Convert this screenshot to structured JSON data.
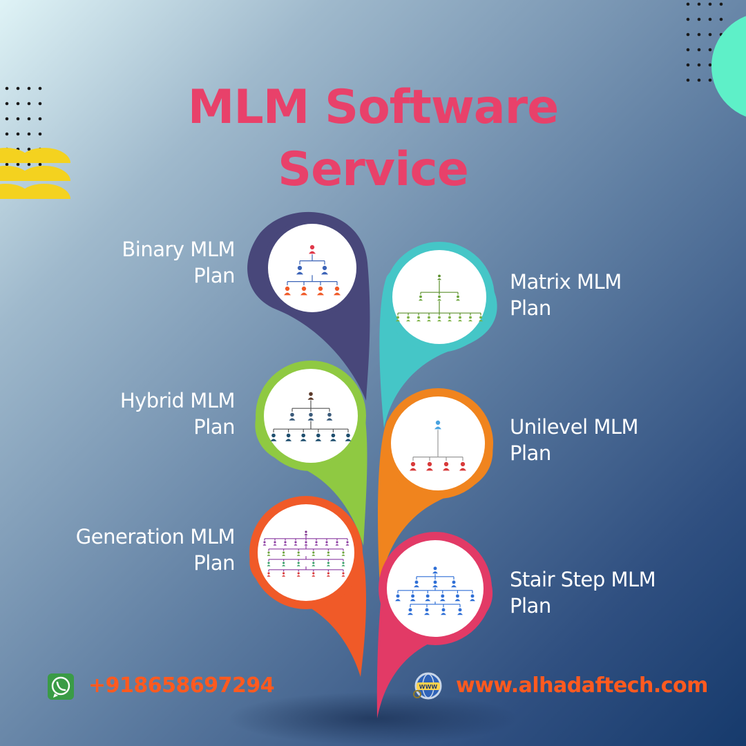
{
  "title": {
    "line1": "MLM Software",
    "line2": "Service"
  },
  "plans": [
    {
      "line1": "Binary MLM",
      "line2": "Plan",
      "icon": "binary-tree-icon",
      "color": "#48477a"
    },
    {
      "line1": "Matrix MLM",
      "line2": "Plan",
      "icon": "matrix-tree-icon",
      "color": "#45c6c7"
    },
    {
      "line1": "Hybrid MLM",
      "line2": "Plan",
      "icon": "hybrid-tree-icon",
      "color": "#8fc942"
    },
    {
      "line1": "Unilevel MLM",
      "line2": "Plan",
      "icon": "unilevel-tree-icon",
      "color": "#f0841e"
    },
    {
      "line1": "Generation MLM",
      "line2": "Plan",
      "icon": "generation-tree-icon",
      "color": "#f05a28"
    },
    {
      "line1": "Stair Step MLM",
      "line2": "Plan",
      "icon": "stair-step-tree-icon",
      "color": "#e23a66"
    }
  ],
  "contact": {
    "phone": "+918658697294",
    "phone_icon": "whatsapp-icon",
    "website": "www.alhadaftech.com",
    "website_icon": "globe-www-icon"
  },
  "colors": {
    "title": "#e8416a",
    "contact": "#ff5a1f",
    "accent_yellow": "#f4d21f",
    "accent_mint": "#5ef0c8"
  }
}
